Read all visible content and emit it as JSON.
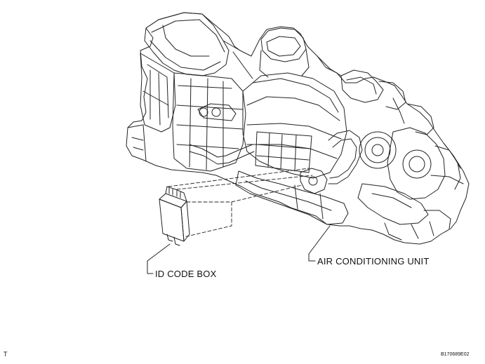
{
  "labels": {
    "id_code_box": "ID CODE BOX",
    "air_conditioning_unit": "AIR CONDITIONING UNIT",
    "corner_mark": "T",
    "figure_code": "B170689E02"
  },
  "colors": {
    "line": "#222222",
    "background": "#ffffff"
  }
}
